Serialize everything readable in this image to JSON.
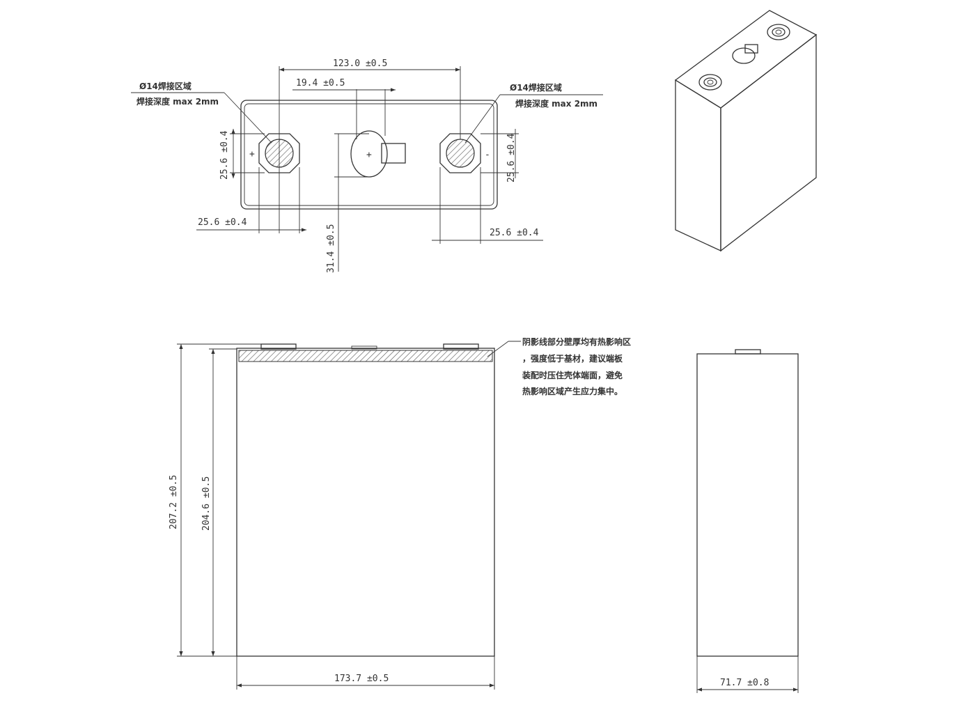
{
  "top_view": {
    "dim_width": "123.0 ±0.5",
    "dim_offset": "19.4 ±0.5",
    "left_terminal_note": [
      "Ø14焊接区域",
      "焊接深度 max 2mm"
    ],
    "right_terminal_note": [
      "Ø14焊接区域",
      "焊接深度 max 2mm"
    ],
    "dim_left_height": "25.6 ±0.4",
    "dim_right_height": "25.6 ±0.4",
    "dim_left_bottom": "25.6 ±0.4",
    "dim_right_bottom": "25.6 ±0.4",
    "dim_depth": "31.4 ±0.5",
    "positive_mark": "+",
    "negative_mark": "-"
  },
  "front_view": {
    "dim_total_height": "207.2 ±0.5",
    "dim_body_height": "204.6 ±0.5",
    "dim_width": "173.7 ±0.5",
    "note": [
      "阴影线部分壁厚均有热影响区",
      "，强度低于基材，建议端板",
      "装配时压住壳体端面，避免",
      "热影响区域产生应力集中。"
    ]
  },
  "side_view": {
    "dim_thickness": "71.7 ±0.8"
  },
  "colors": {
    "line": "#333333",
    "background": "#ffffff"
  }
}
